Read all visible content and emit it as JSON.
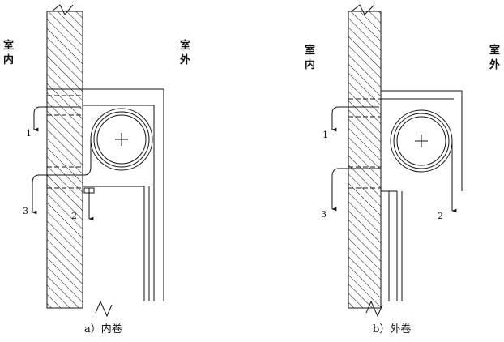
{
  "diagrams": [
    {
      "id": "a",
      "indoor_label": [
        "室",
        "内"
      ],
      "outdoor_label": [
        "室",
        "外"
      ],
      "arrow_labels": [
        "1",
        "2",
        "3"
      ],
      "caption": "a）内卷"
    },
    {
      "id": "b",
      "indoor_label": [
        "室",
        "内"
      ],
      "outdoor_label": [
        "室",
        "外"
      ],
      "arrow_labels": [
        "1",
        "2",
        "3"
      ],
      "caption": "b）外卷"
    }
  ],
  "colors": {
    "line": "#111111",
    "background": "#ffffff"
  }
}
